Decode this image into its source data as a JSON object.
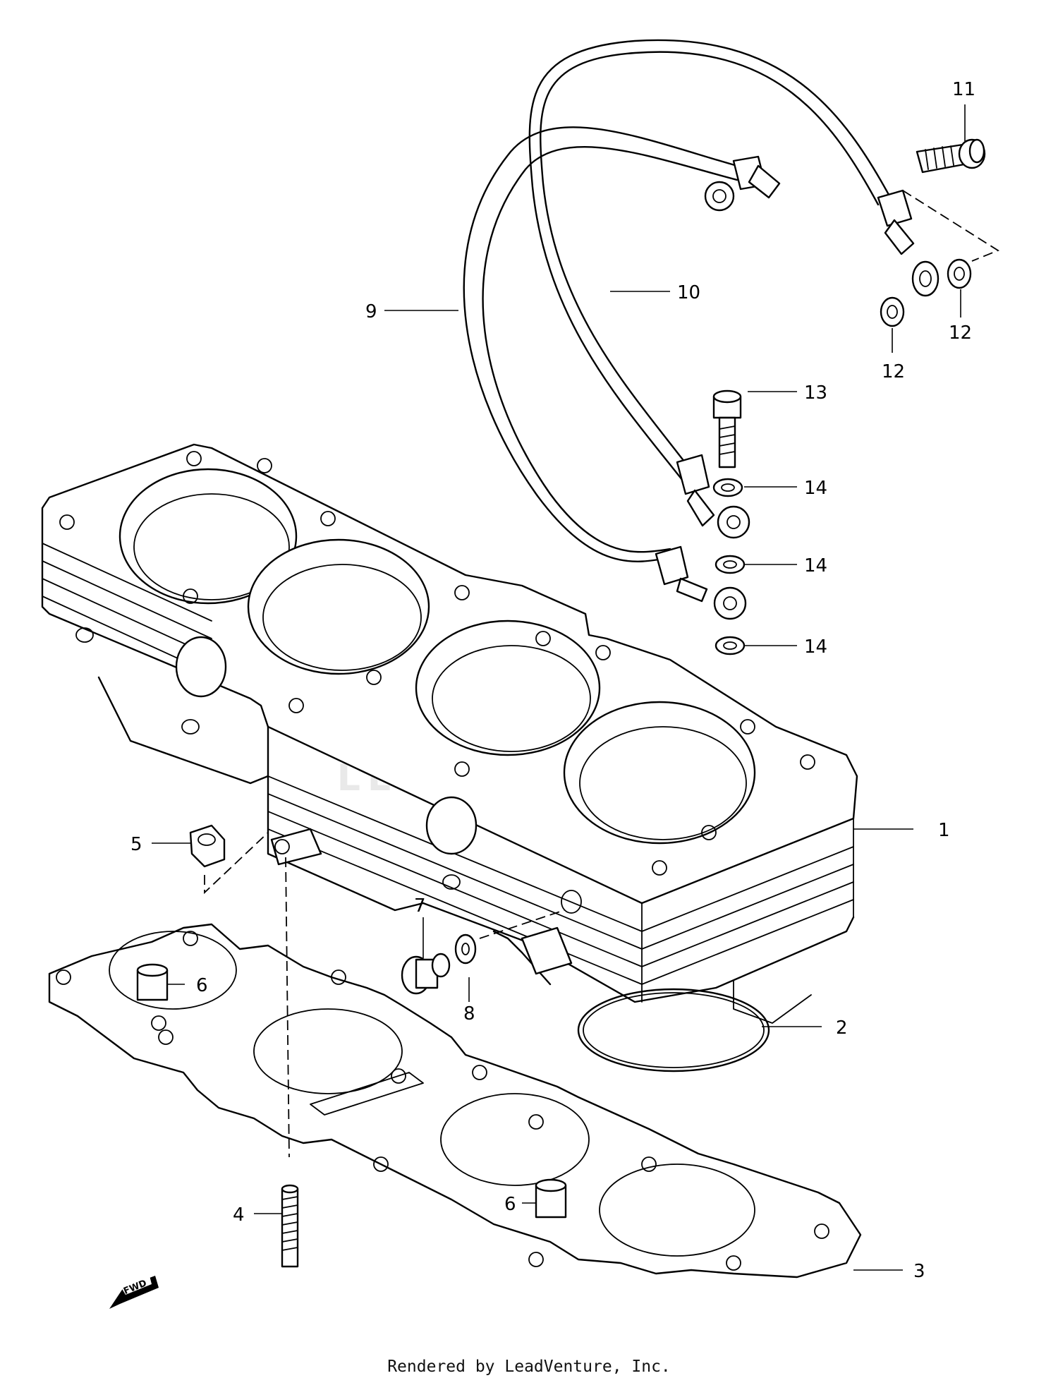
{
  "callouts": {
    "c1": "1",
    "c2": "2",
    "c3": "3",
    "c4": "4",
    "c5": "5",
    "c6a": "6",
    "c6b": "6",
    "c7": "7",
    "c8": "8",
    "c9": "9",
    "c10": "10",
    "c11": "11",
    "c12a": "12",
    "c12b": "12",
    "c13": "13",
    "c14a": "14",
    "c14b": "14",
    "c14c": "14"
  },
  "fwd_label": "FWD",
  "watermark_text": "LEADVENTURE",
  "footer": "Rendered by LeadVenture, Inc."
}
